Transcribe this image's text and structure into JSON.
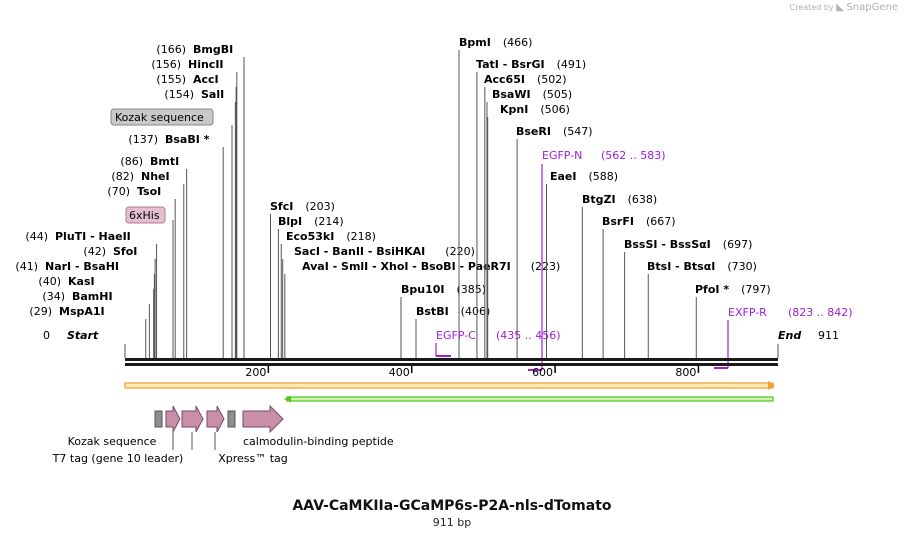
{
  "credit": {
    "prefix": "Created by",
    "brand": "SnapGene"
  },
  "title": "AAV-CaMKIIa-GCaMP6s-P2A-nls-dTomato",
  "subtitle": "911 bp",
  "sequence_length": 911,
  "ruler_ticks": [
    "200",
    "400",
    "600",
    "800"
  ],
  "ends": {
    "start": {
      "name": "Start",
      "pos": 0
    },
    "end": {
      "name": "End",
      "pos": 911
    }
  },
  "sites": [
    {
      "pos": 29,
      "label": "MspA1I",
      "number": "(29)"
    },
    {
      "pos": 34,
      "label": "BamHI",
      "number": "(34)"
    },
    {
      "pos": 40,
      "label": "KasI",
      "number": "(40)"
    },
    {
      "pos": 41,
      "label": "NarI  -  BsaHI",
      "number": "(41)"
    },
    {
      "pos": 42,
      "label": "SfoI",
      "number": "(42)"
    },
    {
      "pos": 44,
      "label": "PluTI  -  HaeII",
      "number": "(44)"
    },
    {
      "pos": 70,
      "label": "TsoI",
      "number": "(70)"
    },
    {
      "pos": 82,
      "label": "NheI",
      "number": "(82)"
    },
    {
      "pos": 86,
      "label": "BmtI",
      "number": "(86)"
    },
    {
      "pos": 137,
      "label": "BsaBI *",
      "number": "(137)"
    },
    {
      "pos": 154,
      "label": "SalI",
      "number": "(154)"
    },
    {
      "pos": 155,
      "label": "AccI",
      "number": "(155)"
    },
    {
      "pos": 156,
      "label": "HincII",
      "number": "(156)"
    },
    {
      "pos": 166,
      "label": "BmgBI",
      "number": "(166)"
    },
    {
      "pos": 203,
      "label": "SfcI",
      "number": "(203)"
    },
    {
      "pos": 214,
      "label": "BlpI",
      "number": "(214)"
    },
    {
      "pos": 218,
      "label": "Eco53kI",
      "number": "(218)"
    },
    {
      "pos": 220,
      "label": "SacI  -  BanII  -  BsiHKAI",
      "number": "(220)"
    },
    {
      "pos": 223,
      "label": "AvaI  -  SmlI  -  XhoI  -  BsoBI  -  PaeR7I",
      "number": "(223)"
    },
    {
      "pos": 385,
      "label": "Bpu10I",
      "number": "(385)"
    },
    {
      "pos": 406,
      "label": "BstBI",
      "number": "(406)"
    },
    {
      "pos": 466,
      "label": "BpmI",
      "number": "(466)"
    },
    {
      "pos": 491,
      "label": "TatI  -  BsrGI",
      "number": "(491)"
    },
    {
      "pos": 502,
      "label": "Acc65I",
      "number": "(502)"
    },
    {
      "pos": 505,
      "label": "BsaWI",
      "number": "(505)"
    },
    {
      "pos": 506,
      "label": "KpnI",
      "number": "(506)"
    },
    {
      "pos": 547,
      "label": "BseRI",
      "number": "(547)"
    },
    {
      "pos": 588,
      "label": "EaeI",
      "number": "(588)"
    },
    {
      "pos": 638,
      "label": "BtgZI",
      "number": "(638)"
    },
    {
      "pos": 667,
      "label": "BsrFI",
      "number": "(667)"
    },
    {
      "pos": 697,
      "label": "BssSI  -  BssSαI",
      "number": "(697)"
    },
    {
      "pos": 730,
      "label": "BtsI  -  BtsαI",
      "number": "(730)"
    },
    {
      "pos": 797,
      "label": "PfoI *",
      "number": "(797)"
    }
  ],
  "boxed_features": [
    {
      "label": "Kozak sequence",
      "fill": "#c9c9c9",
      "stroke": "#888888"
    },
    {
      "label": "6xHis",
      "fill": "#e3bfd0",
      "stroke": "#b07a96"
    }
  ],
  "primers": [
    {
      "label": "EGFP-N",
      "range": "(562 .. 583)",
      "color": "#a020d0"
    },
    {
      "label": "EGFP-C",
      "range": "(435 .. 456)",
      "color": "#a020d0"
    },
    {
      "label": "EXFP-R",
      "range": "(823 .. 842)",
      "color": "#a020d0"
    }
  ],
  "features": [
    {
      "label": "Kozak sequence"
    },
    {
      "label": "T7 tag (gene 10 leader)"
    },
    {
      "label": "Xpress™ tag"
    },
    {
      "label": "calmodulin-binding peptide"
    }
  ],
  "colors": {
    "backbone": "#1a1a1a",
    "orf_orange": "#f0a030",
    "orf_green": "#52c41a",
    "feature_pink": "#c98fa8",
    "feature_gray": "#8e8e8e",
    "primer": "#a020d0"
  }
}
